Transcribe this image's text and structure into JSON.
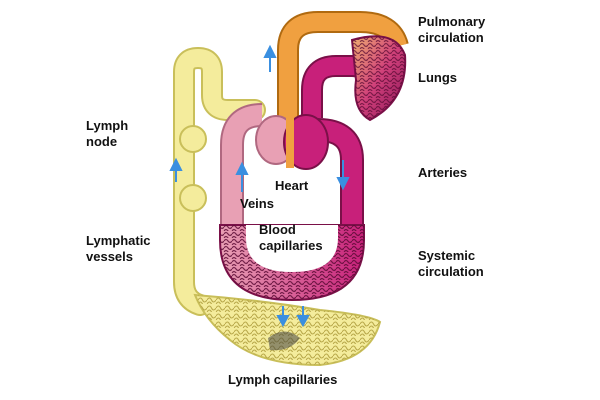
{
  "labels": {
    "pulmonary_circulation": "Pulmonary\ncirculation",
    "lungs": "Lungs",
    "lymph_node": "Lymph\nnode",
    "heart": "Heart",
    "veins": "Veins",
    "arteries": "Arteries",
    "blood_capillaries": "Blood\ncapillaries",
    "lymphatic_vessels": "Lymphatic\nvessels",
    "systemic_circulation": "Systemic\ncirculation",
    "lymph_capillaries": "Lymph capillaries"
  },
  "colors": {
    "lymph": "#f4ec9c",
    "lymph_edge": "#c9bf5a",
    "vein": "#e8a0b4",
    "vein_edge": "#b06880",
    "artery": "#c8207a",
    "artery_edge": "#7a1048",
    "pulmonary_artery": "#f0a040",
    "pulmonary_edge": "#b06a10",
    "capillary_dark": "#7a1048",
    "arrow": "#3a8fe0"
  },
  "icons": {
    "flow_arrow": "arrow-icon"
  }
}
